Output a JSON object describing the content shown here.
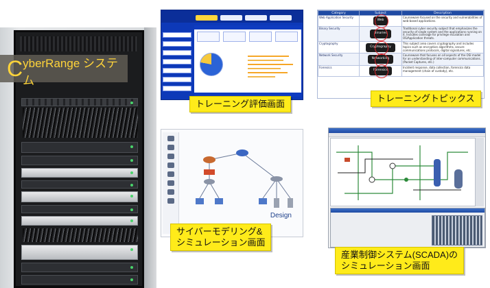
{
  "rack_photo": {
    "title_initial": "C",
    "title_rest": "yberRange システム"
  },
  "panels": {
    "dashboard": {
      "caption": "トレーニング評価画面"
    },
    "topics": {
      "caption": "トレーニングトピックス",
      "headers": [
        "Category",
        "Subject",
        "Description"
      ],
      "rows": [
        {
          "category": "Web Application Security",
          "subject": "Web",
          "description": "Courseware focused on the security and vulnerabilities of web-based applications."
        },
        {
          "category": "Binary Security",
          "subject": "Binaries",
          "description": "Traditional cyber security subject that emphasizes the security of single system and the applications running on it. Includes coverage for privilege escalation and OS/Application threats."
        },
        {
          "category": "Cryptography",
          "subject": "Cryptography",
          "description": "This subject area covers cryptography and includes topics such as encryption algorithms, secure communications protocols, digital signatures, etc."
        },
        {
          "category": "Network Security",
          "subject": "Networking",
          "description": "Courseware that focuses on all aspects of the OSI model for an understanding of inter-computer communications. (Packet Captures, etc.)"
        },
        {
          "category": "Forensics",
          "subject": "Forensics",
          "description": "Incident response, data collection, forensics data management (chain of custody), etc."
        }
      ]
    },
    "modeling": {
      "caption_line1": "サイバーモデリング&",
      "caption_line2": "シミュレーション画面",
      "design_label": "Design"
    },
    "scada": {
      "caption_line1": "産業制御システム(SCADA)の",
      "caption_line2": "シミュレーション画面"
    }
  },
  "colors": {
    "caption_bg": "#ffeb1a",
    "title_text": "#ffd43a",
    "dashboard_blue": "#0d39b8"
  }
}
